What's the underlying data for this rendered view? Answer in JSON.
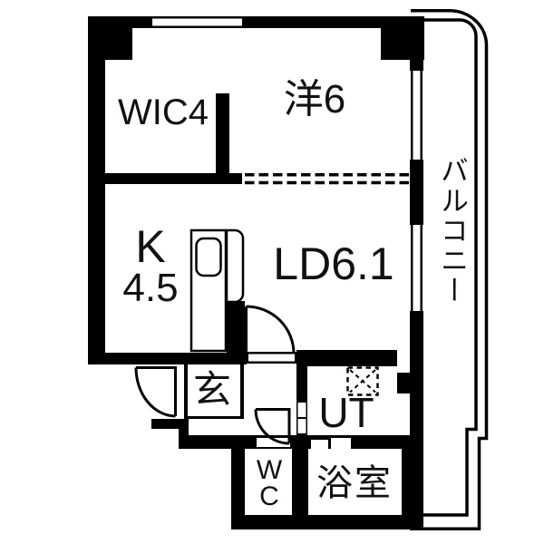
{
  "document": {
    "type": "apartment-floor-plan"
  },
  "colors": {
    "background": "#ffffff",
    "walls": "#000000",
    "text": "#111111"
  },
  "rooms": {
    "wic": {
      "label": "WIC4"
    },
    "western_room": {
      "label": "洋6"
    },
    "living_dining": {
      "label": "LD6.1"
    },
    "kitchen": {
      "label": "K",
      "size": "4.5"
    },
    "entrance": {
      "label": "玄"
    },
    "utility": {
      "label": "UT"
    },
    "toilet": {
      "line1": "W",
      "line2": "C"
    },
    "bathroom": {
      "label": "浴室"
    },
    "balcony": {
      "label": "バルコニー"
    }
  }
}
